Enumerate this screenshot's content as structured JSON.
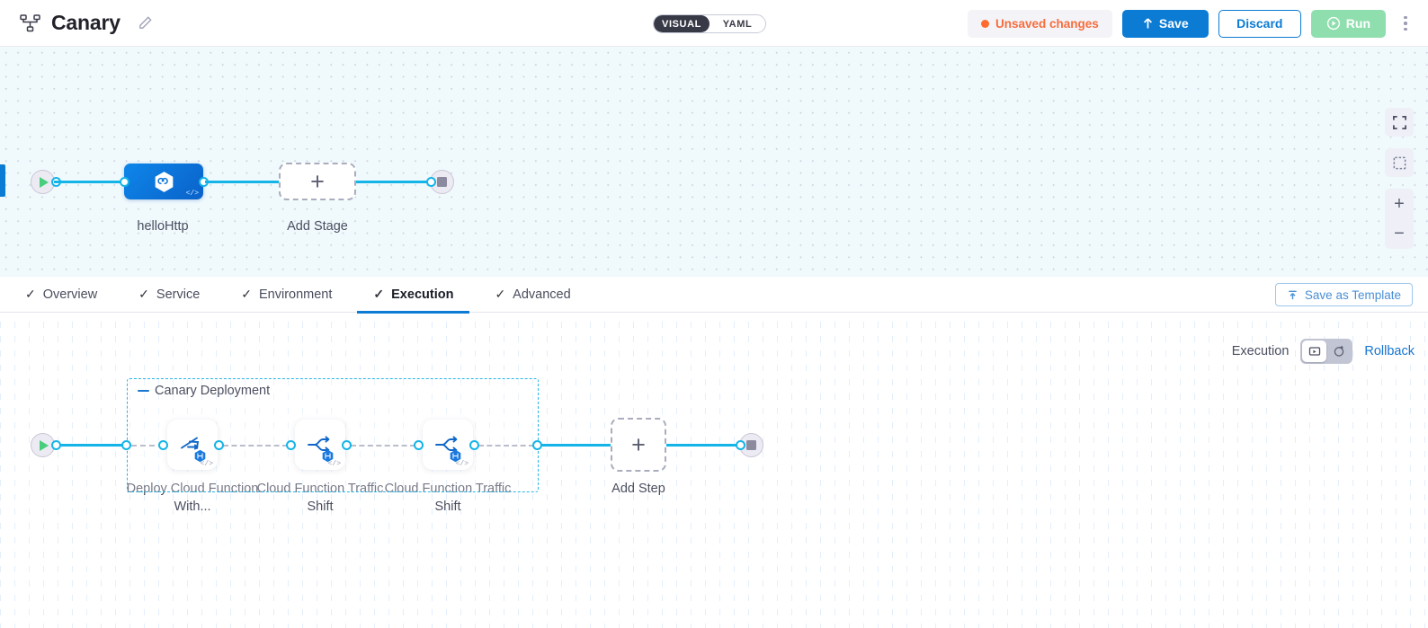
{
  "header": {
    "pipeline_icon": "pipeline-icon",
    "title": "Canary",
    "edit_icon": "pencil-icon",
    "view_toggle": {
      "visual": "VISUAL",
      "yaml": "YAML",
      "selected": "VISUAL"
    },
    "unsaved": "Unsaved changes",
    "save_label": "Save",
    "discard_label": "Discard",
    "run_label": "Run",
    "more_icon": "kebab-menu-icon"
  },
  "colors": {
    "accent_blue": "#0b7bd4",
    "edge_cyan": "#15b4e8",
    "run_green": "#8fdfae",
    "unsaved_orange": "#ff6b2c",
    "group_dashed": "#29b6e8",
    "canvas_top_bg": "#f0fafd"
  },
  "stage_canvas": {
    "start_node": "start-node",
    "end_node": "end-node",
    "stage": {
      "label": "helloHttp",
      "badge": "</>"
    },
    "add_stage": {
      "label": "Add Stage",
      "glyph": "+"
    },
    "controls": {
      "fullscreen": "fullscreen-icon",
      "fit": "fit-to-screen-icon",
      "zoom_in": "+",
      "zoom_out": "−"
    }
  },
  "tabs": [
    {
      "label": "Overview",
      "check": "✓",
      "active": false
    },
    {
      "label": "Service",
      "check": "✓",
      "active": false
    },
    {
      "label": "Environment",
      "check": "✓",
      "active": false
    },
    {
      "label": "Execution",
      "check": "✓",
      "active": true
    },
    {
      "label": "Advanced",
      "check": "✓",
      "active": false
    }
  ],
  "save_as_template": "Save as Template",
  "execution": {
    "label": "Execution",
    "toggle": {
      "left_icon": "execution-view-icon",
      "right_icon": "rollback-view-icon",
      "selected": "left"
    },
    "rollback_label": "Rollback",
    "group": {
      "title": "Canary Deployment",
      "collapse_icon": "collapse-dash-icon"
    },
    "steps": [
      {
        "name": "Deploy Cloud Function With...",
        "icon": "deploy-cloud-function-icon",
        "badge": "</>",
        "hex_badge": "harness-hex-icon"
      },
      {
        "name": "Cloud Function Traffic Shift",
        "icon": "traffic-shift-icon",
        "badge": "</>",
        "hex_badge": "harness-hex-icon"
      },
      {
        "name": "Cloud Function Traffic Shift",
        "icon": "traffic-shift-icon",
        "badge": "</>",
        "hex_badge": "harness-hex-icon"
      }
    ],
    "add_step": {
      "label": "Add Step",
      "glyph": "+"
    },
    "start_node": "start-node",
    "end_node": "end-node"
  }
}
